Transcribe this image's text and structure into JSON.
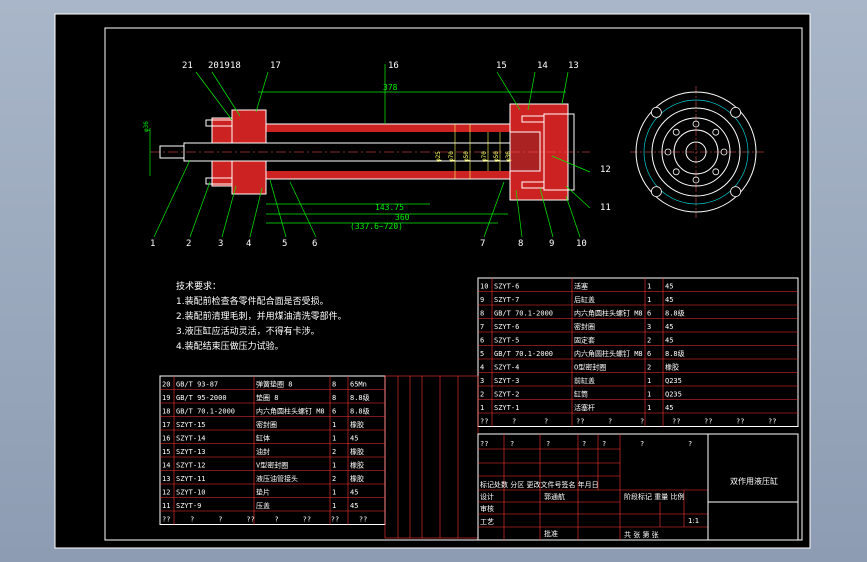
{
  "drawing": {
    "title": "双作用液压缸",
    "tech_req_title": "技术要求：",
    "tech_requirements": [
      "1.装配前检查各零件配合面是否受损。",
      "2.装配前清理毛刺，并用煤油清洗零部件。",
      "3.液压缸应活动灵活，不得有卡涉。",
      "4.装配结束压做压力试验。"
    ],
    "dims": {
      "top_length": "378",
      "bottom_1": "143.75",
      "bottom_2": "360",
      "bottom_3": "(337.6~720)",
      "left_vertical": "φ36",
      "bore_labels": [
        "φ25",
        "φ70",
        "φ50",
        "φ70",
        "φ50",
        "φ36"
      ]
    },
    "part_callouts_top": [
      "21",
      "20",
      "19",
      "18",
      "17",
      "16",
      "15",
      "14",
      "13",
      "12",
      "11"
    ],
    "part_callouts_bottom": [
      "1",
      "2",
      "3",
      "4",
      "5",
      "6",
      "7",
      "8",
      "9",
      "10"
    ],
    "bom_upper": [
      {
        "no": "10",
        "code": "SZYT-6",
        "name": "活塞",
        "qty": "1",
        "mat": "45"
      },
      {
        "no": "9",
        "code": "SZYT-7",
        "name": "后缸盖",
        "qty": "1",
        "mat": "45"
      },
      {
        "no": "8",
        "code": "GB/T 70.1-2000",
        "name": "内六角圆柱头螺钉 M8",
        "qty": "6",
        "mat": "8.8级"
      },
      {
        "no": "7",
        "code": "SZYT-6",
        "name": "密封圈",
        "qty": "3",
        "mat": "45"
      },
      {
        "no": "6",
        "code": "SZYT-5",
        "name": "固定套",
        "qty": "2",
        "mat": "45"
      },
      {
        "no": "5",
        "code": "GB/T 70.1-2000",
        "name": "内六角圆柱头螺钉 M8",
        "qty": "6",
        "mat": "8.8级"
      },
      {
        "no": "4",
        "code": "SZYT-4",
        "name": "O型密封圈",
        "qty": "2",
        "mat": "橡胶"
      },
      {
        "no": "3",
        "code": "SZYT-3",
        "name": "前缸盖",
        "qty": "1",
        "mat": "Q235"
      },
      {
        "no": "2",
        "code": "SZYT-2",
        "name": "缸筒",
        "qty": "1",
        "mat": "Q235"
      },
      {
        "no": "1",
        "code": "SZYT-1",
        "name": "活塞杆",
        "qty": "1",
        "mat": "45"
      }
    ],
    "bom_upper_footer": [
      "??",
      "?",
      "?",
      "??",
      "?",
      "?",
      "??",
      "??",
      "??",
      "??"
    ],
    "bom_lower": [
      {
        "no": "20",
        "code": "GB/T 93-87",
        "name": "弹簧垫圈 8",
        "qty": "8",
        "mat": "65Mn"
      },
      {
        "no": "19",
        "code": "GB/T 95-2000",
        "name": "垫圈 8",
        "qty": "8",
        "mat": "8.8级"
      },
      {
        "no": "18",
        "code": "GB/T 70.1-2000",
        "name": "内六角圆柱头螺钉 M8",
        "qty": "6",
        "mat": "8.8级"
      },
      {
        "no": "17",
        "code": "SZYT-15",
        "name": "密封圈",
        "qty": "1",
        "mat": "橡胶"
      },
      {
        "no": "16",
        "code": "SZYT-14",
        "name": "缸体",
        "qty": "1",
        "mat": "45"
      },
      {
        "no": "15",
        "code": "SZYT-13",
        "name": "油封",
        "qty": "2",
        "mat": "橡胶"
      },
      {
        "no": "14",
        "code": "SZYT-12",
        "name": "V型密封圈",
        "qty": "1",
        "mat": "橡胶"
      },
      {
        "no": "13",
        "code": "SZYT-11",
        "name": "液压油管接头",
        "qty": "2",
        "mat": "橡胶"
      },
      {
        "no": "12",
        "code": "SZYT-10",
        "name": "垫片",
        "qty": "1",
        "mat": "45"
      },
      {
        "no": "11",
        "code": "SZYT-9",
        "name": "压盖",
        "qty": "1",
        "mat": "45"
      }
    ],
    "bom_lower_footer": [
      "??",
      "?",
      "?",
      "??",
      "?",
      "??",
      "??",
      "??"
    ],
    "title_block": {
      "row_marks": "标记处数  分区  更改文件号签名  年月日",
      "design": "设计",
      "design_name": "郭通航",
      "check": "审核",
      "process": "工艺",
      "approve": "批准",
      "stage_label": "阶段标记 重量 比例",
      "scale": "1:1",
      "sheets": "共  张    第  张",
      "qmarks": [
        "??",
        "?",
        "?",
        "?",
        "?",
        "?",
        "?"
      ]
    }
  }
}
